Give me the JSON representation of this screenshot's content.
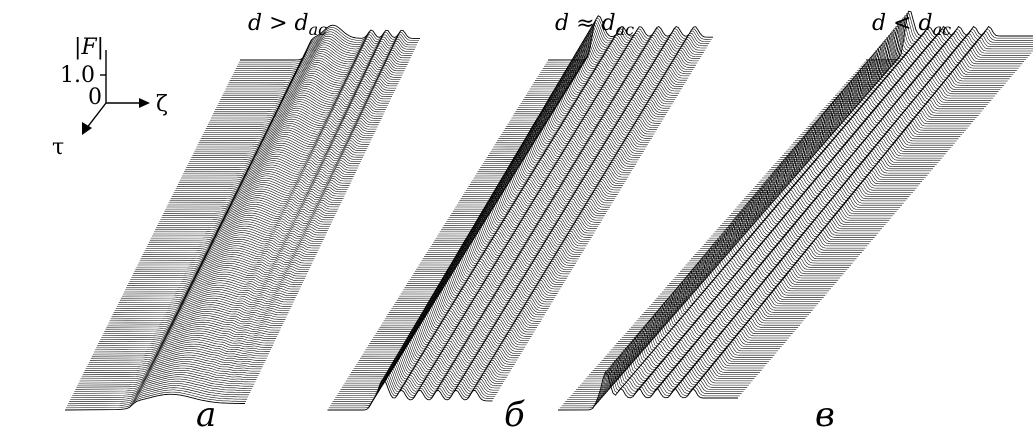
{
  "axes": {
    "amplitude_label": "|F|",
    "tick_value": "1.0",
    "origin_label": "0",
    "zeta_label": "ζ",
    "tau_label": "τ"
  },
  "panels": [
    {
      "title_prefix": "d > d",
      "title_sub": "ac",
      "letter": "a",
      "regime": "above-critical",
      "colors": {
        "stroke": "#000000"
      }
    },
    {
      "title_prefix": "d ≈ d",
      "title_sub": "ac",
      "letter": "б",
      "regime": "near-critical",
      "colors": {
        "stroke": "#000000"
      }
    },
    {
      "title_prefix": "d < d",
      "title_sub": "ac",
      "letter": "в",
      "regime": "below-critical",
      "colors": {
        "stroke": "#000000"
      }
    }
  ]
}
